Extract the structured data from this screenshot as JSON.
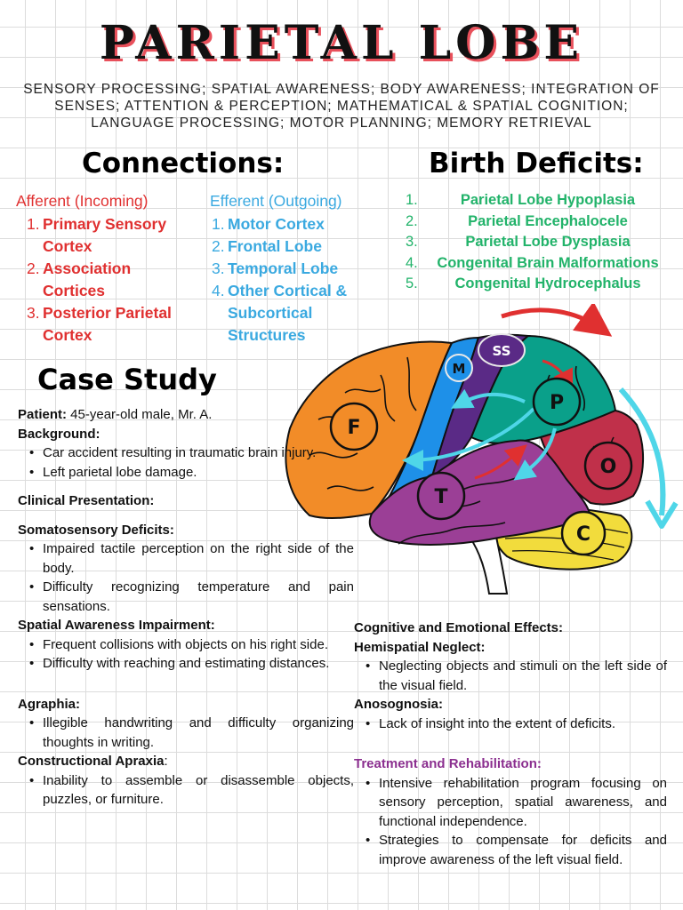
{
  "title": "PARIETAL LOBE",
  "subtitle": "SENSORY PROCESSING; SPATIAL AWARENESS; BODY AWARENESS; INTEGRATION OF SENSES; ATTENTION & PERCEPTION; MATHEMATICAL & SPATIAL COGNITION; LANGUAGE PROCESSING; MOTOR PLANNING; MEMORY RETRIEVAL",
  "connections": {
    "title": "Connections:",
    "afferent": {
      "heading": "Afferent (Incoming)",
      "items": [
        {
          "num": "1.",
          "text": "Primary Sensory Cortex"
        },
        {
          "num": "2.",
          "text": "Association Cortices"
        },
        {
          "num": "3.",
          "text": "Posterior Parietal Cortex"
        }
      ]
    },
    "efferent": {
      "heading": "Efferent (Outgoing)",
      "items": [
        {
          "num": "1.",
          "text": "Motor Cortex"
        },
        {
          "num": "2.",
          "text": "Frontal Lobe"
        },
        {
          "num": "3.",
          "text": "Temporal Lobe"
        },
        {
          "num": "4.",
          "text": "Other Cortical & Subcortical Structures"
        }
      ]
    }
  },
  "birth_deficits": {
    "title": "Birth Deficits:",
    "items": [
      {
        "num": "1.",
        "text": "Parietal Lobe Hypoplasia"
      },
      {
        "num": "2.",
        "text": "Parietal Encephalocele"
      },
      {
        "num": "3.",
        "text": "Parietal Lobe Dysplasia"
      },
      {
        "num": "4.",
        "text": "Congenital Brain Malformations"
      },
      {
        "num": "5.",
        "text": "Congenital Hydrocephalus"
      }
    ]
  },
  "brain_labels": {
    "ss": "SS",
    "m": "M",
    "p": "P",
    "f": "F",
    "t": "T",
    "o": "O",
    "c": "C"
  },
  "case_study": {
    "title": "Case Study",
    "patient_label": "Patient:",
    "patient_text": " 45-year-old male, Mr. A.",
    "background_label": "Background:",
    "background_items": [
      "Car accident resulting in traumatic brain injury.",
      "Left parietal lobe damage."
    ],
    "clinical_label": "Clinical Presentation:",
    "somato_label": "Somatosensory Deficits:",
    "somato_items": [
      "Impaired tactile perception on the right side of the body.",
      "Difficulty recognizing temperature and pain sensations."
    ],
    "spatial_label": "Spatial Awareness Impairment:",
    "spatial_items": [
      "Frequent collisions with objects on his right side.",
      "Difficulty with reaching and estimating distances."
    ],
    "agraphia_label": "Agraphia:",
    "agraphia_items": [
      "Illegible handwriting and difficulty organizing thoughts in writing."
    ],
    "apraxia_label": "Constructional Apraxia",
    "apraxia_colon": ":",
    "apraxia_items": [
      "Inability to assemble or disassemble objects, puzzles, or furniture."
    ],
    "cognitive_label": "Cognitive and Emotional Effects:",
    "neglect_label": "Hemispatial Neglect:",
    "neglect_items": [
      "Neglecting objects and stimuli on the left side of the visual field."
    ],
    "anosognosia_label": "Anosognosia:",
    "anosognosia_items": [
      "Lack of insight into the extent of deficits."
    ],
    "treatment_label": "Treatment and Rehabilitation:",
    "treatment_items": [
      "Intensive rehabilitation program focusing on sensory perception, spatial awareness, and functional independence.",
      "Strategies to compensate for deficits and improve awareness of the left visual field."
    ]
  },
  "colors": {
    "afferent": "#e03030",
    "efferent": "#3aa9e0",
    "deficits": "#22b36a",
    "title_shadow": "#e8505b",
    "treatment": "#8b2f8f",
    "frontal": "#f28c28",
    "motor": "#1e90e8",
    "somatosensory": "#5a2a86",
    "parietal": "#0aa08a",
    "occipital": "#c0304a",
    "temporal": "#9b3f96",
    "cerebellum": "#f2dc3c"
  }
}
